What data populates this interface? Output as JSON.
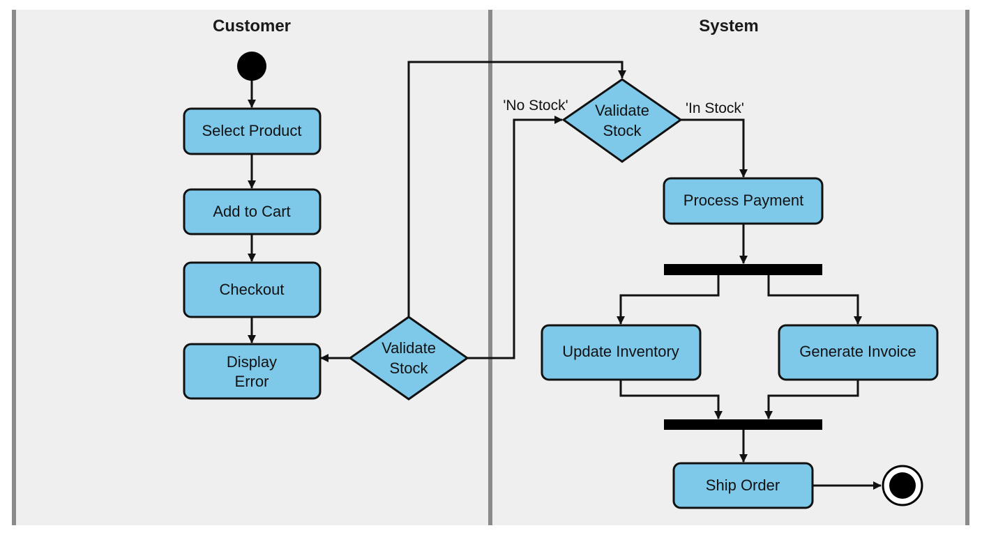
{
  "swimlanes": {
    "customer": "Customer",
    "system": "System"
  },
  "nodes": {
    "select_product": "Select Product",
    "add_to_cart": "Add to Cart",
    "checkout": "Checkout",
    "display_error_line1": "Display",
    "display_error_line2": "Error",
    "validate_customer_line1": "Validate",
    "validate_customer_line2": "Stock",
    "validate_system_line1": "Validate",
    "validate_system_line2": "Stock",
    "process_payment": "Process Payment",
    "update_inventory": "Update Inventory",
    "generate_invoice": "Generate Invoice",
    "ship_order": "Ship Order"
  },
  "guards": {
    "no_stock": "'No Stock'",
    "in_stock": "'In Stock'"
  },
  "colors": {
    "activity_fill": "#7ec8ea",
    "lane_background": "#efefef",
    "lane_border": "#8a8a8a",
    "stroke": "#111111"
  }
}
